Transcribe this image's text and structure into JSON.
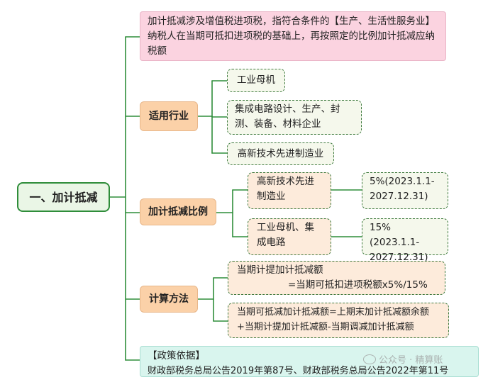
{
  "root": {
    "label": "一、加计抵减"
  },
  "intro": {
    "text": "加计抵减涉及增值税进项税，指符合条件的【生产、生活性服务业】纳税人在当期可抵扣进项税的基础上，再按照定的比例加计抵减应纳税额"
  },
  "industry": {
    "label": "适用行业",
    "items": [
      {
        "text": "工业母机"
      },
      {
        "text": "集成电路设计、生产、封测、装备、材料企业"
      },
      {
        "text": "高新技术先进制造业"
      }
    ]
  },
  "ratio": {
    "label": "加计抵减比例",
    "rows": [
      {
        "name": "高新技术先进制造业",
        "rate": "5%(2023.1.1-2027.12.31)"
      },
      {
        "name": "工业母机、集成电路",
        "rate": "15%(2023.1.1-2027.12.31)"
      }
    ]
  },
  "method": {
    "label": "计算方法",
    "formula1_title": "当期计提加计抵减额",
    "formula1_body": "=当期可抵扣进项税额x5%/15%",
    "formula2": "当期可抵减加计抵减额=上期末加计抵减额余额+当期计提加计抵减额-当期调减加计抵减额"
  },
  "policy": {
    "title": "【政策依据】",
    "text": "财政部税务总局公告2019年第87号、财政部税务总局公告2022年第11号"
  },
  "watermark": {
    "text": "公众号 · 精算账"
  },
  "colors": {
    "line": "#2f8d3a",
    "category": "#fbd1a8",
    "root_border": "#2f8d3a"
  }
}
